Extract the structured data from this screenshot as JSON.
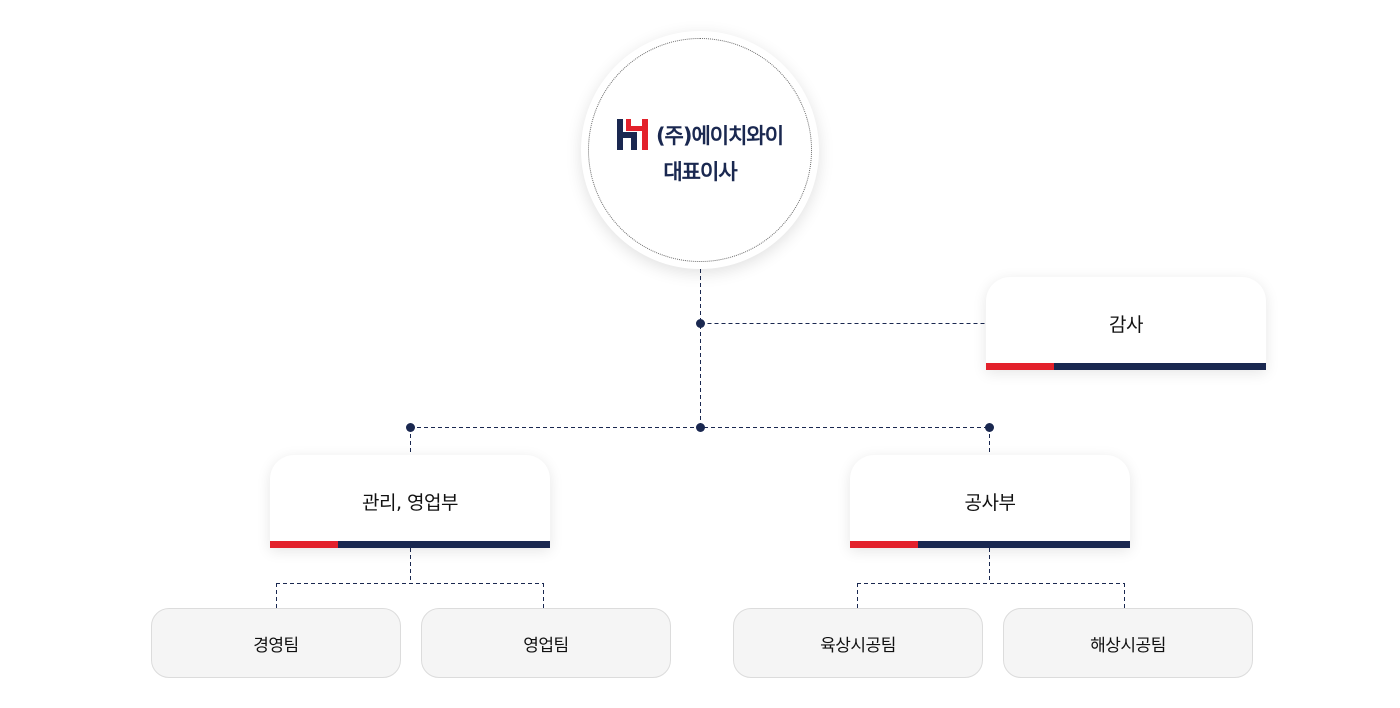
{
  "organization": {
    "ceo": {
      "company": "(주)에이치와이",
      "title": "대표이사",
      "logo_icon": "hy-logo-icon"
    },
    "audit": {
      "label": "감사"
    },
    "departments": [
      {
        "label": "관리, 영업부",
        "teams": [
          {
            "label": "경영팀"
          },
          {
            "label": "영업팀"
          }
        ]
      },
      {
        "label": "공사부",
        "teams": [
          {
            "label": "육상시공팀"
          },
          {
            "label": "해상시공팀"
          }
        ]
      }
    ]
  },
  "colors": {
    "navy": "#1a2850",
    "red": "#e3212b",
    "team_background": "#f5f5f5",
    "connector": "#1a2850"
  }
}
